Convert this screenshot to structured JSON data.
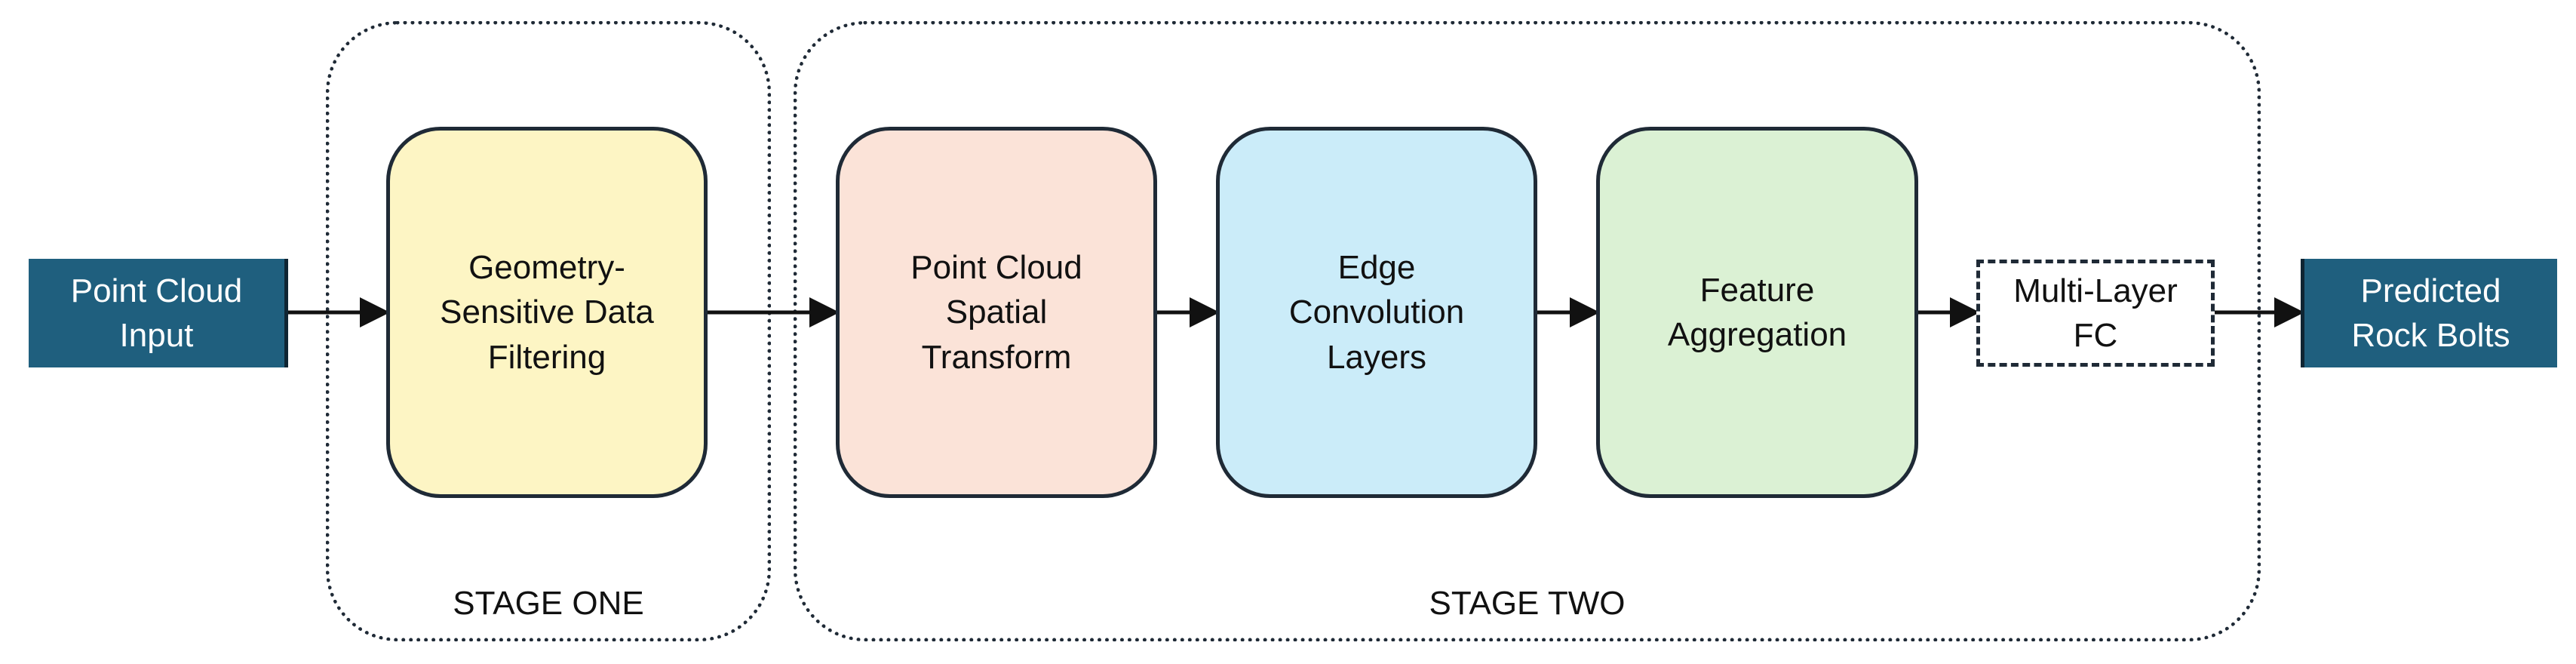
{
  "stages": {
    "one": {
      "label": "STAGE ONE"
    },
    "two": {
      "label": "STAGE TWO"
    }
  },
  "nodes": {
    "input": {
      "label": "Point Cloud\nInput",
      "color": "#1f5f7e"
    },
    "filtering": {
      "label": "Geometry-\nSensitive Data\nFiltering",
      "color": "#fdf5c4"
    },
    "transform": {
      "label": "Point Cloud\nSpatial\nTransform",
      "color": "#fbe3d8"
    },
    "edgeconv": {
      "label": "Edge\nConvolution\nLayers",
      "color": "#cbecf9"
    },
    "aggregation": {
      "label": "Feature\nAggregation",
      "color": "#dbf1d4"
    },
    "fc": {
      "label": "Multi-Layer\nFC"
    },
    "output": {
      "label": "Predicted\nRock Bolts",
      "color": "#1f5f7e"
    }
  }
}
